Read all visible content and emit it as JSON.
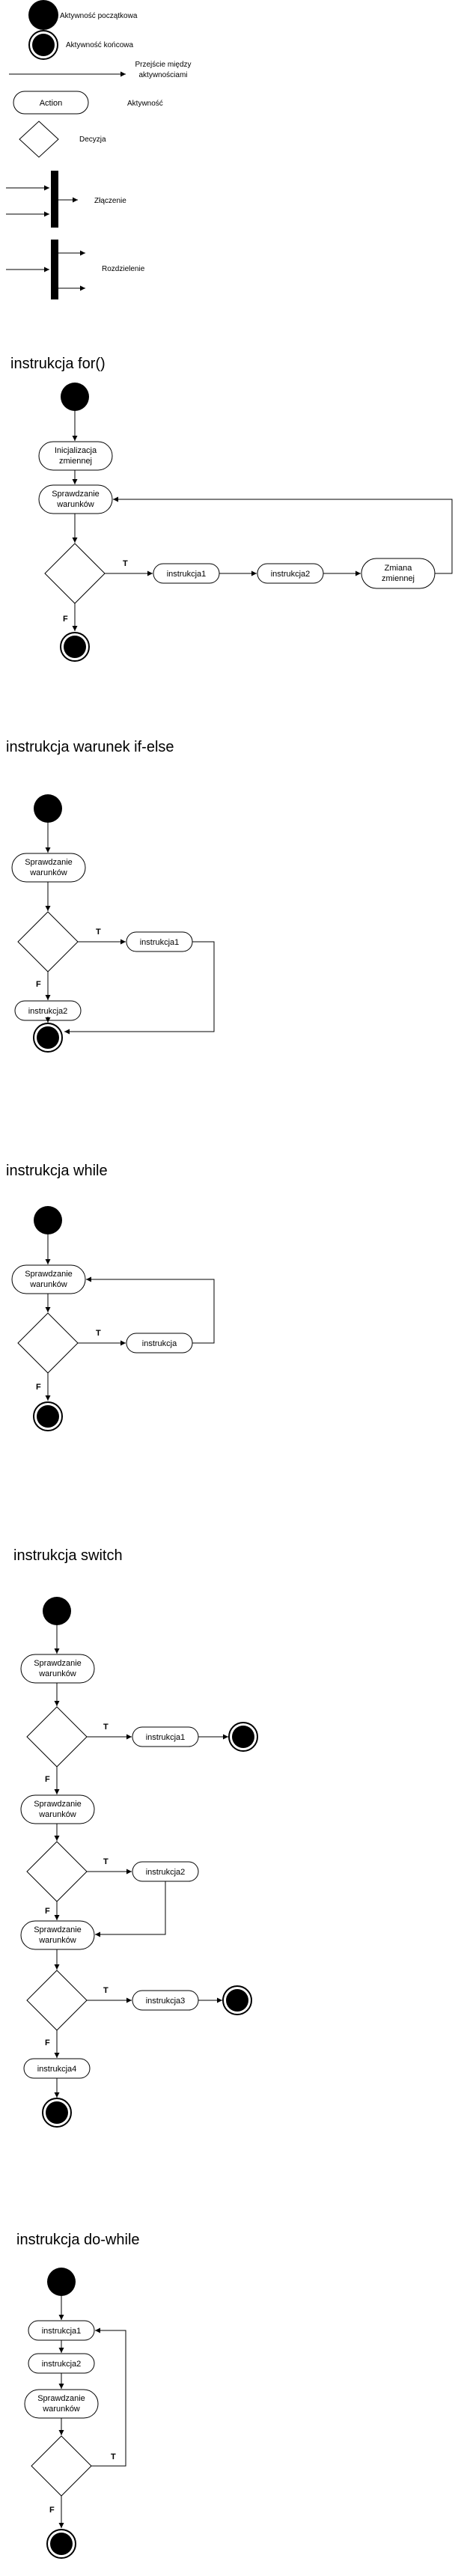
{
  "legend": {
    "start": "Aktywność początkowa",
    "end": "Aktywność końcowa",
    "transition_line1": "Przejście między",
    "transition_line2": "aktywnościami",
    "action_box": "Action",
    "action": "Aktywność",
    "decision": "Decyzja",
    "join": "Złączenie",
    "fork": "Rozdzielenie"
  },
  "labels": {
    "true": "T",
    "false": "F",
    "init_line1": "Inicjalizacja",
    "init_line2": "zmiennej",
    "check_line1": "Sprawdzanie",
    "check_line2": "warunków",
    "change_line1": "Zmiana",
    "change_line2": "zmiennej",
    "instr": "instrukcja",
    "instr1": "instrukcja1",
    "instr2": "instrukcja2",
    "instr3": "instrukcja3",
    "instr4": "instrukcja4"
  },
  "sections": {
    "for": "instrukcja for()",
    "ifelse": "instrukcja warunek if-else",
    "while": "instrukcja while",
    "switch": "instrukcja switch",
    "dowhile": "instrukcja do-while"
  }
}
